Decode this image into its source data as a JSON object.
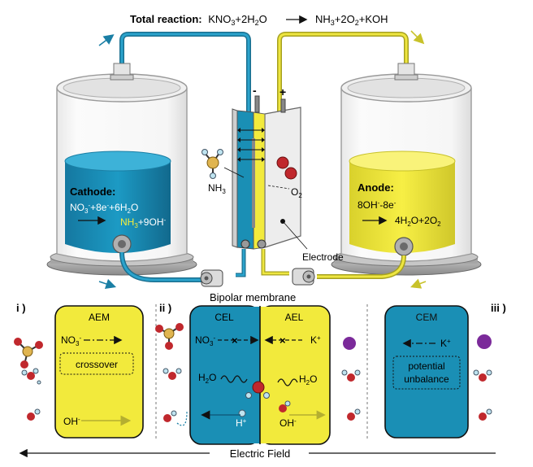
{
  "total_reaction": {
    "label": "Total reaction:",
    "lhs_a": "KNO",
    "lhs_a_sub": "3",
    "lhs_b": "+2H",
    "lhs_b_sub": "2",
    "lhs_c": "O",
    "rhs_a": "NH",
    "rhs_a_sub": "3",
    "rhs_b": "+2O",
    "rhs_b_sub": "2",
    "rhs_c": "+KOH"
  },
  "electrodes": {
    "minus": "-",
    "plus": "+"
  },
  "cathode": {
    "title": "Cathode:",
    "line1_a": "NO",
    "line1_a_sub": "3",
    "line1_a_sup": "-",
    "line1_b": "+8e",
    "line1_b_sup": "-",
    "line1_c": "+6H",
    "line1_c_sub": "2",
    "line1_d": "O",
    "line2_a": "NH",
    "line2_a_sub": "3",
    "line2_b": "+9OH",
    "line2_b_sup": "-"
  },
  "anode": {
    "title": "Anode:",
    "line1_a": "8OH",
    "line1_a_sup": "-",
    "line1_b": "-8e",
    "line1_b_sup": "-",
    "line2_a": "4H",
    "line2_a_sub": "2",
    "line2_b": "O+2O",
    "line2_b_sub": "2"
  },
  "labels": {
    "nh3": "NH",
    "nh3_sub": "3",
    "o2": "O",
    "o2_sub": "2",
    "electrode": "Electrode",
    "bipolar_membrane": "Bipolar membrane",
    "electric_field": "Electric Field"
  },
  "panels": {
    "i": {
      "marker": "i )",
      "title": "AEM",
      "ion": "NO",
      "ion_sub": "3",
      "ion_sup": "-",
      "crossover": "crossover",
      "oh": "OH",
      "oh_sup": "-"
    },
    "ii": {
      "marker": "ii )",
      "cel": "CEL",
      "ael": "AEL",
      "no3": "NO",
      "no3_sub": "3",
      "no3_sup": "-",
      "k": "K",
      "k_sup": "+",
      "h2o_left": "H",
      "h2o_left_sub": "2",
      "h2o_left_c": "O",
      "h2o_right": "H",
      "h2o_right_sub": "2",
      "h2o_right_c": "O",
      "h": "H",
      "h_sup": "+",
      "oh": "OH",
      "oh_sup": "-"
    },
    "iii": {
      "marker": "iii )",
      "title": "CEM",
      "k": "K",
      "k_sup": "+",
      "potential": "potential",
      "unbalance": "unbalance"
    }
  },
  "colors": {
    "blue": "#1a8fb5",
    "yellow": "#f2ea3c",
    "dark_yellow": "#c8c22a",
    "purple": "#7b2a9a",
    "red_atom": "#c0282d"
  }
}
